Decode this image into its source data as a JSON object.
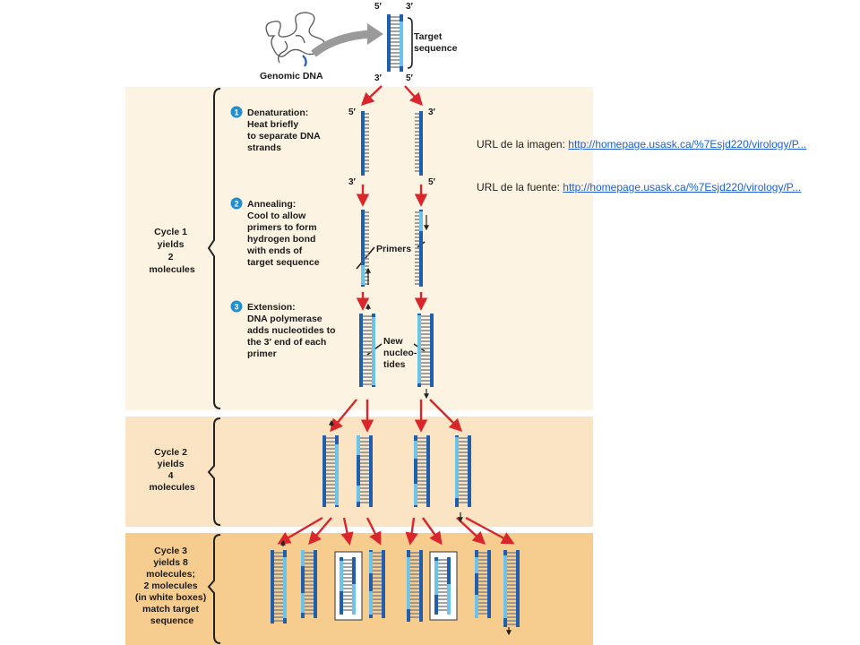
{
  "header": {
    "genomic_dna": "Genomic DNA",
    "target_line1": "Target",
    "target_line2": "sequence",
    "end_5p": "5′",
    "end_3p": "3′"
  },
  "steps": [
    {
      "num": "1",
      "title": "Denaturation:",
      "lines": [
        "Heat briefly",
        "to separate DNA",
        "strands"
      ]
    },
    {
      "num": "2",
      "title": "Annealing:",
      "lines": [
        "Cool to allow",
        "primers to form",
        "hydrogen bond",
        "with ends of",
        "target sequence"
      ]
    },
    {
      "num": "3",
      "title": "Extension:",
      "lines": [
        "DNA polymerase",
        "adds nucleotides to",
        "the 3′ end of each",
        "primer"
      ]
    }
  ],
  "labels": {
    "primers": "Primers",
    "new_nucleotides": [
      "New",
      "nucleo-",
      "tides"
    ]
  },
  "cycles": [
    {
      "lines": [
        "Cycle 1",
        "yields",
        "2",
        "molecules"
      ],
      "color": "#fdf3e2"
    },
    {
      "lines": [
        "Cycle 2",
        "yields",
        "4",
        "molecules"
      ],
      "color": "#fbe4c4"
    },
    {
      "lines": [
        "Cycle 3",
        "yields 8",
        "molecules;",
        "2 molecules",
        "(in white boxes)",
        "match target",
        "sequence"
      ],
      "color": "#f7cc8f"
    }
  ],
  "urls": {
    "image_label": "URL de la imagen:",
    "image_link": "http://homepage.usask.ca/%7Esjd220/virology/P...",
    "source_label": "URL de la fuente:",
    "source_link": "http://homepage.usask.ca/%7Esjd220/virology/P..."
  },
  "colors": {
    "strand_dark": "#1f5fae",
    "primer_light": "#6cc4ea",
    "arrow_red": "#d8262c",
    "rung_gray": "#8a8a8a",
    "step_circle": "#1f8fd0"
  }
}
